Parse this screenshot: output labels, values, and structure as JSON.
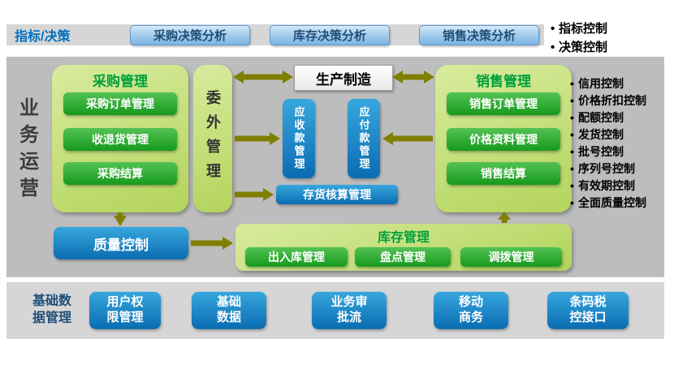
{
  "colors": {
    "label_blue": "#0070c0",
    "navy": "#1f4e79",
    "bar_gray": "#d6d6d6",
    "panel_gray": "#bdbdbd",
    "panel_green_light": "#d8eb9e",
    "panel_green_dark": "#b3d45c",
    "title_green": "#00a03c",
    "btn_green_light": "#54c254",
    "btn_green_dark": "#169a1d",
    "btn_blue_light": "#38a7de",
    "btn_blue_dark": "#0a6cb2",
    "top_btn_light": "#d6eaf8",
    "top_btn_dark": "#7db4e2",
    "arrow_olive": "#7f7f00"
  },
  "top": {
    "label": "指标/决策",
    "buttons": [
      "采购决策分析",
      "库存决策分析",
      "销售决策分析"
    ],
    "bullets": [
      "指标控制",
      "决策控制"
    ]
  },
  "main": {
    "side_label": "业务运营",
    "procurement": {
      "title": "采购管理",
      "items": [
        "采购订单管理",
        "收退货管理",
        "采购结算"
      ]
    },
    "outsourcing_label": "委外管理",
    "production_label": "生产制造",
    "receivable_label": "应收款管理",
    "payable_label": "应付款管理",
    "inventory_accounting_label": "存货核算管理",
    "sales": {
      "title": "销售管理",
      "items": [
        "销售订单管理",
        "价格资料管理",
        "销售结算"
      ]
    },
    "quality_label": "质量控制",
    "warehouse": {
      "title": "库存管理",
      "items": [
        "出入库管理",
        "盘点管理",
        "调拨管理"
      ]
    },
    "bullets": [
      "信用控制",
      "价格折扣控制",
      "配额控制",
      "发货控制",
      "批号控制",
      "序列号控制",
      "有效期控制",
      "全面质量控制"
    ]
  },
  "bottom": {
    "label": "基础数\n据管理",
    "buttons": [
      "用户权\n限管理",
      "基础\n数据",
      "业务审\n批流",
      "移动\n商务",
      "条码税\n控接口"
    ]
  }
}
